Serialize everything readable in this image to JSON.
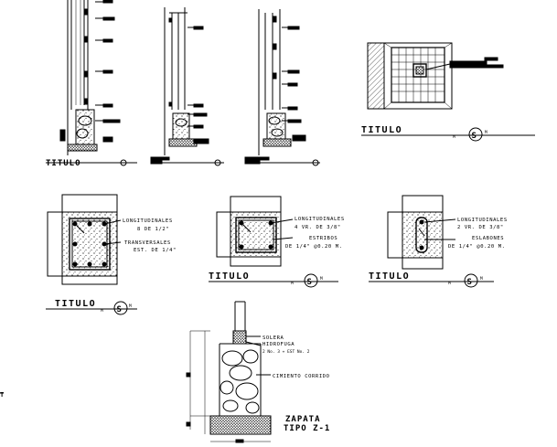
{
  "titles": {
    "detail_1": "TITULO",
    "detail_2": "TITULO",
    "detail_3": "TITULO",
    "detail_4": "TITULO",
    "detail_5": "TITULO",
    "detail_6": "TITULO",
    "symbol": "S",
    "marker": "M"
  },
  "column_square": {
    "label_1": "LONGITUDINALES",
    "label_2": "8 DE 1/2\"",
    "label_3": "TRANSVERSALES",
    "label_4": "EST. DE 1/4\""
  },
  "column_medium": {
    "label_1": "LONGITUDINALES",
    "label_2": "4 VR. DE 3/8\"",
    "label_3": "ESTRIBOS",
    "label_4": "DE 1/4\" @0.20 M."
  },
  "column_narrow": {
    "label_1": "LONGITUDINALES",
    "label_2": "2 VR. DE 3/8\"",
    "label_3": "ESLABONES",
    "label_4": "DE 1/4\" @0.20 M."
  },
  "footing": {
    "label_solera": "SOLERA",
    "label_hidrofuga": "HIDROFUGA",
    "label_bars": "2 No. 3 + EST No. 2",
    "label_cimiento": "CIMIENTO CORRIDO",
    "title_line_1": "ZAPATA",
    "title_line_2": "TIPO Z-1"
  },
  "colors": {
    "ink": "#000000",
    "paper": "#ffffff"
  }
}
